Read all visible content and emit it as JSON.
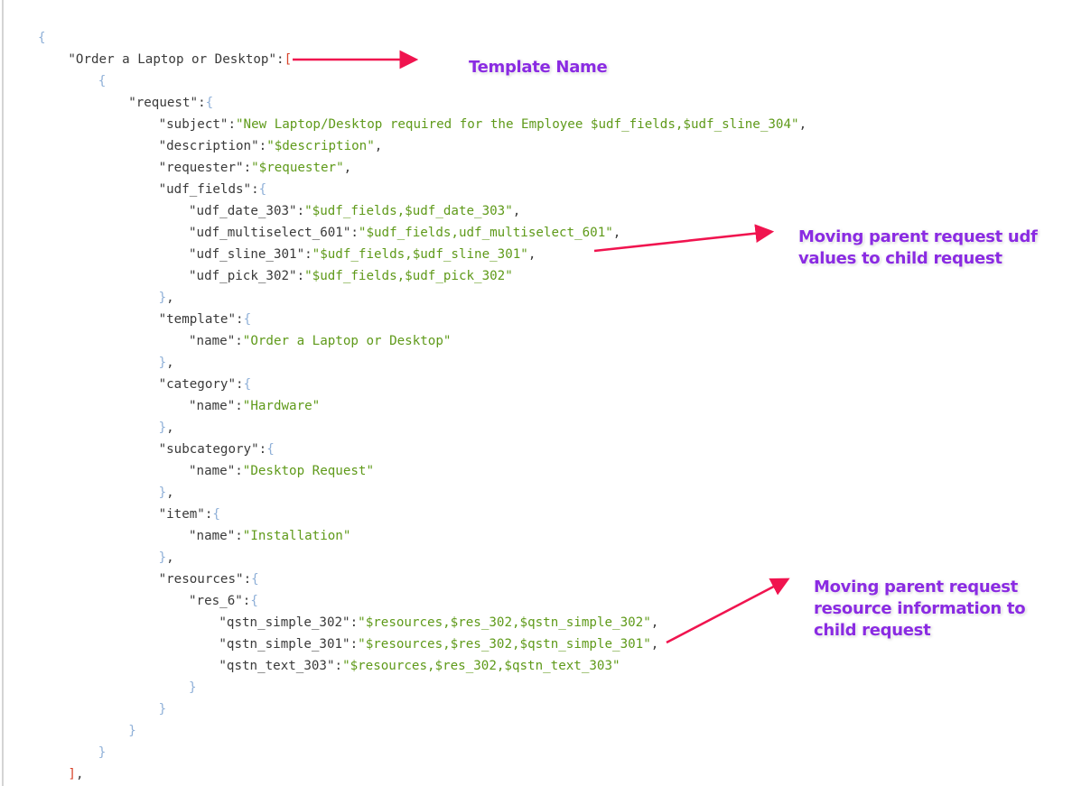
{
  "code_lines": [
    {
      "indent": 0,
      "tokens": [
        {
          "t": "b",
          "v": "{"
        }
      ]
    },
    {
      "indent": 1,
      "tokens": [
        {
          "t": "k",
          "v": "\"Order a Laptop or Desktop\""
        },
        {
          "t": "p",
          "v": ":"
        },
        {
          "t": "a",
          "v": "["
        }
      ]
    },
    {
      "indent": 2,
      "tokens": [
        {
          "t": "b",
          "v": "{"
        }
      ]
    },
    {
      "indent": 3,
      "tokens": [
        {
          "t": "k",
          "v": "\"request\""
        },
        {
          "t": "p",
          "v": ":"
        },
        {
          "t": "b",
          "v": "{"
        }
      ]
    },
    {
      "indent": 4,
      "tokens": [
        {
          "t": "k",
          "v": "\"subject\""
        },
        {
          "t": "p",
          "v": ":"
        },
        {
          "t": "s",
          "v": "\"New Laptop/Desktop required for the Employee $udf_fields,$udf_sline_304\""
        },
        {
          "t": "p",
          "v": ","
        }
      ]
    },
    {
      "indent": 4,
      "tokens": [
        {
          "t": "k",
          "v": "\"description\""
        },
        {
          "t": "p",
          "v": ":"
        },
        {
          "t": "s",
          "v": "\"$description\""
        },
        {
          "t": "p",
          "v": ","
        }
      ]
    },
    {
      "indent": 4,
      "tokens": [
        {
          "t": "k",
          "v": "\"requester\""
        },
        {
          "t": "p",
          "v": ":"
        },
        {
          "t": "s",
          "v": "\"$requester\""
        },
        {
          "t": "p",
          "v": ","
        }
      ]
    },
    {
      "indent": 4,
      "tokens": [
        {
          "t": "k",
          "v": "\"udf_fields\""
        },
        {
          "t": "p",
          "v": ":"
        },
        {
          "t": "b",
          "v": "{"
        }
      ]
    },
    {
      "indent": 5,
      "tokens": [
        {
          "t": "k",
          "v": "\"udf_date_303\""
        },
        {
          "t": "p",
          "v": ":"
        },
        {
          "t": "s",
          "v": "\"$udf_fields,$udf_date_303\""
        },
        {
          "t": "p",
          "v": ","
        }
      ]
    },
    {
      "indent": 5,
      "tokens": [
        {
          "t": "k",
          "v": "\"udf_multiselect_601\""
        },
        {
          "t": "p",
          "v": ":"
        },
        {
          "t": "s",
          "v": "\"$udf_fields,udf_multiselect_601\""
        },
        {
          "t": "p",
          "v": ","
        }
      ]
    },
    {
      "indent": 5,
      "tokens": [
        {
          "t": "k",
          "v": "\"udf_sline_301\""
        },
        {
          "t": "p",
          "v": ":"
        },
        {
          "t": "s",
          "v": "\"$udf_fields,$udf_sline_301\""
        },
        {
          "t": "p",
          "v": ","
        }
      ]
    },
    {
      "indent": 5,
      "tokens": [
        {
          "t": "k",
          "v": "\"udf_pick_302\""
        },
        {
          "t": "p",
          "v": ":"
        },
        {
          "t": "s",
          "v": "\"$udf_fields,$udf_pick_302\""
        }
      ]
    },
    {
      "indent": 4,
      "tokens": [
        {
          "t": "b",
          "v": "}"
        },
        {
          "t": "p",
          "v": ","
        }
      ]
    },
    {
      "indent": 4,
      "tokens": [
        {
          "t": "k",
          "v": "\"template\""
        },
        {
          "t": "p",
          "v": ":"
        },
        {
          "t": "b",
          "v": "{"
        }
      ]
    },
    {
      "indent": 5,
      "tokens": [
        {
          "t": "k",
          "v": "\"name\""
        },
        {
          "t": "p",
          "v": ":"
        },
        {
          "t": "s",
          "v": "\"Order a Laptop or Desktop\""
        }
      ]
    },
    {
      "indent": 4,
      "tokens": [
        {
          "t": "b",
          "v": "}"
        },
        {
          "t": "p",
          "v": ","
        }
      ]
    },
    {
      "indent": 4,
      "tokens": [
        {
          "t": "k",
          "v": "\"category\""
        },
        {
          "t": "p",
          "v": ":"
        },
        {
          "t": "b",
          "v": "{"
        }
      ]
    },
    {
      "indent": 5,
      "tokens": [
        {
          "t": "k",
          "v": "\"name\""
        },
        {
          "t": "p",
          "v": ":"
        },
        {
          "t": "s",
          "v": "\"Hardware\""
        }
      ]
    },
    {
      "indent": 4,
      "tokens": [
        {
          "t": "b",
          "v": "}"
        },
        {
          "t": "p",
          "v": ","
        }
      ]
    },
    {
      "indent": 4,
      "tokens": [
        {
          "t": "k",
          "v": "\"subcategory\""
        },
        {
          "t": "p",
          "v": ":"
        },
        {
          "t": "b",
          "v": "{"
        }
      ]
    },
    {
      "indent": 5,
      "tokens": [
        {
          "t": "k",
          "v": "\"name\""
        },
        {
          "t": "p",
          "v": ":"
        },
        {
          "t": "s",
          "v": "\"Desktop Request\""
        }
      ]
    },
    {
      "indent": 4,
      "tokens": [
        {
          "t": "b",
          "v": "}"
        },
        {
          "t": "p",
          "v": ","
        }
      ]
    },
    {
      "indent": 4,
      "tokens": [
        {
          "t": "k",
          "v": "\"item\""
        },
        {
          "t": "p",
          "v": ":"
        },
        {
          "t": "b",
          "v": "{"
        }
      ]
    },
    {
      "indent": 5,
      "tokens": [
        {
          "t": "k",
          "v": "\"name\""
        },
        {
          "t": "p",
          "v": ":"
        },
        {
          "t": "s",
          "v": "\"Installation\""
        }
      ]
    },
    {
      "indent": 4,
      "tokens": [
        {
          "t": "b",
          "v": "}"
        },
        {
          "t": "p",
          "v": ","
        }
      ]
    },
    {
      "indent": 4,
      "tokens": [
        {
          "t": "k",
          "v": "\"resources\""
        },
        {
          "t": "p",
          "v": ":"
        },
        {
          "t": "b",
          "v": "{"
        }
      ]
    },
    {
      "indent": 5,
      "tokens": [
        {
          "t": "k",
          "v": "\"res_6\""
        },
        {
          "t": "p",
          "v": ":"
        },
        {
          "t": "b",
          "v": "{"
        }
      ]
    },
    {
      "indent": 6,
      "tokens": [
        {
          "t": "k",
          "v": "\"qstn_simple_302\""
        },
        {
          "t": "p",
          "v": ":"
        },
        {
          "t": "s",
          "v": "\"$resources,$res_302,$qstn_simple_302\""
        },
        {
          "t": "p",
          "v": ","
        }
      ]
    },
    {
      "indent": 6,
      "tokens": [
        {
          "t": "k",
          "v": "\"qstn_simple_301\""
        },
        {
          "t": "p",
          "v": ":"
        },
        {
          "t": "s",
          "v": "\"$resources,$res_302,$qstn_simple_301\""
        },
        {
          "t": "p",
          "v": ","
        }
      ]
    },
    {
      "indent": 6,
      "tokens": [
        {
          "t": "k",
          "v": "\"qstn_text_303\""
        },
        {
          "t": "p",
          "v": ":"
        },
        {
          "t": "s",
          "v": "\"$resources,$res_302,$qstn_text_303\""
        }
      ]
    },
    {
      "indent": 5,
      "tokens": [
        {
          "t": "b",
          "v": "}"
        }
      ]
    },
    {
      "indent": 4,
      "tokens": [
        {
          "t": "b",
          "v": "}"
        }
      ]
    },
    {
      "indent": 3,
      "tokens": [
        {
          "t": "b",
          "v": "}"
        }
      ]
    },
    {
      "indent": 2,
      "tokens": [
        {
          "t": "b",
          "v": "}"
        }
      ]
    },
    {
      "indent": 1,
      "tokens": [
        {
          "t": "a",
          "v": "]"
        },
        {
          "t": "p",
          "v": ","
        }
      ]
    }
  ],
  "annotations": {
    "template_name": "Template Name",
    "udf_line1": "Moving parent request udf",
    "udf_line2": "values to child request",
    "res_line1": "Moving parent request",
    "res_line2": "resource information to",
    "res_line3": "child request"
  },
  "colors": {
    "arrow": "#f0144f",
    "annotation": "#8a2be2",
    "key": "#3a3a3a",
    "string": "#5f9a1a",
    "brace": "#8fb0d8",
    "bracket": "#d8432a"
  }
}
